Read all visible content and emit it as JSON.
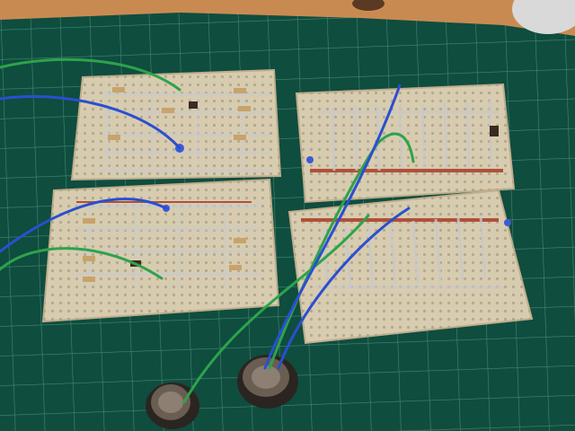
{
  "scene": {
    "description_tag": "photo",
    "colors": {
      "mat": "#0f4d3f",
      "mat_dark": "#0a3a2f",
      "grid": "#6fb7a4",
      "wood": "#c98a52",
      "board": "#d8ccb0",
      "board_edge": "#bfae8c",
      "trace": "#c9c9c9",
      "copper": "#b0503a",
      "wire_green": "#2ea34a",
      "wire_blue": "#2a4fd0",
      "resistor": "#c8a36a",
      "cap": "#3a2a20"
    },
    "objects": {
      "boards": [
        "pcb-top-left",
        "pcb-mid-left",
        "pcb-top-right",
        "pcb-bottom-right"
      ],
      "sensors": [
        "sensor-left",
        "sensor-right"
      ],
      "wires": [
        "green",
        "blue"
      ]
    }
  }
}
